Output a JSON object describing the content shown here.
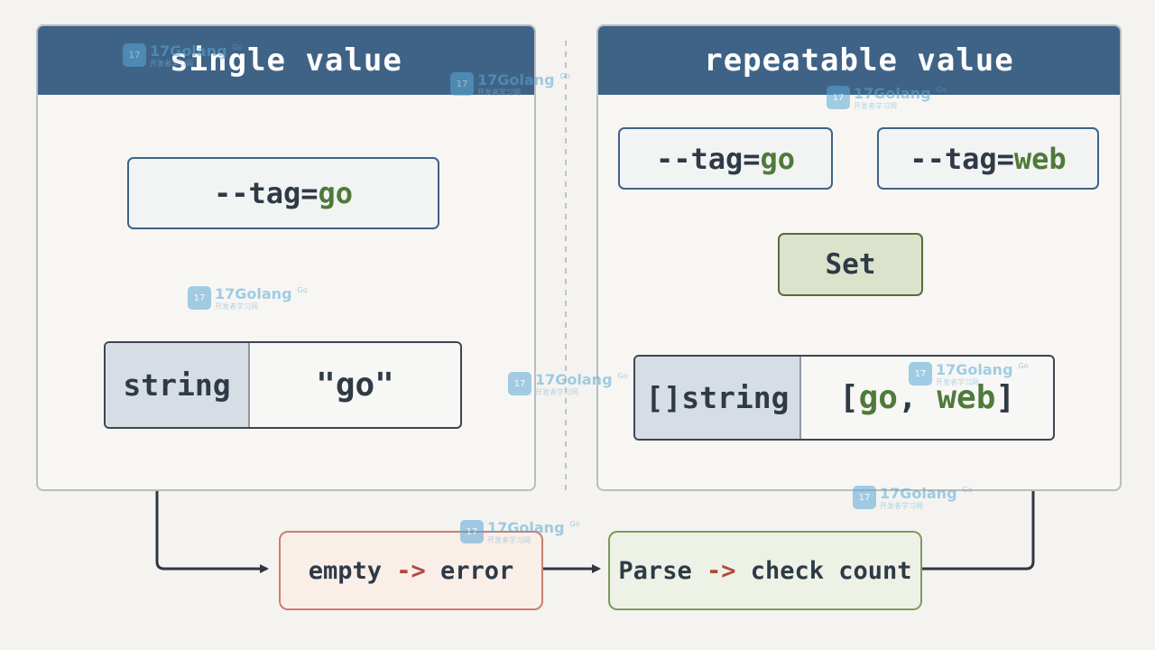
{
  "left_panel": {
    "title": "single value",
    "input": {
      "prefix": "--tag=",
      "value": "go"
    },
    "result": {
      "type": "string",
      "value": "\"go\""
    }
  },
  "right_panel": {
    "title": "repeatable value",
    "inputs": [
      {
        "prefix": "--tag=",
        "value": "go"
      },
      {
        "prefix": "--tag=",
        "value": "web"
      }
    ],
    "set_label": "Set",
    "result": {
      "type": "[]string",
      "open": "[",
      "v1": "go",
      "sep": ", ",
      "v2": "web",
      "close": "]"
    }
  },
  "bottom": {
    "left": {
      "a": "empty ",
      "arrow": "->",
      "b": " error"
    },
    "right": {
      "a": "Parse ",
      "arrow": "->",
      "b": " check count"
    }
  },
  "watermark": {
    "brand": "17Golang",
    "sub": "开发者学习网",
    "badge": "Go"
  },
  "colors": {
    "header": "#3f6386",
    "accent_green": "#4f7a3a",
    "arrow_red": "#b24a3c"
  }
}
